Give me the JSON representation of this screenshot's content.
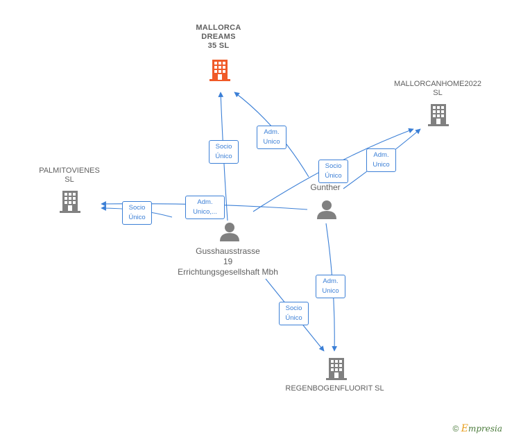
{
  "nodes": {
    "mallorca_dreams": {
      "label": "MALLORCA\nDREAMS\n35  SL",
      "highlight_color": "#f05a28"
    },
    "mallorcanhome": {
      "label": "MALLORCANHOME2022\nSL"
    },
    "palmitovienes": {
      "label": "PALMITOVIENES\nSL"
    },
    "regenbogen": {
      "label": "REGENBOGENFLUORIT SL"
    },
    "gusshaus": {
      "label": "Gusshausstrasse\n19\nErrichtungsgesellshaft Mbh"
    },
    "gunther": {
      "label": "P...\nGunther"
    }
  },
  "edges": {
    "socio_unico_1": "Socio\nÚnico",
    "adm_unico_1": "Adm.\nUnico",
    "socio_unico_2": "Socio\nÚnico",
    "adm_unico_2": "Adm.\nUnico",
    "socio_unico_3": "Socio\nÚnico",
    "adm_unico_multi": "Adm.\nUnico,...",
    "adm_unico_3": "Adm.\nUnico",
    "socio_unico_4": "Socio\nÚnico"
  },
  "colors": {
    "edge": "#3b7fd6",
    "building": "#808080",
    "person": "#808080",
    "highlight": "#f05a28"
  },
  "footer": {
    "copyright": "©",
    "brand_initial": "E",
    "brand_rest": "mpresia"
  }
}
